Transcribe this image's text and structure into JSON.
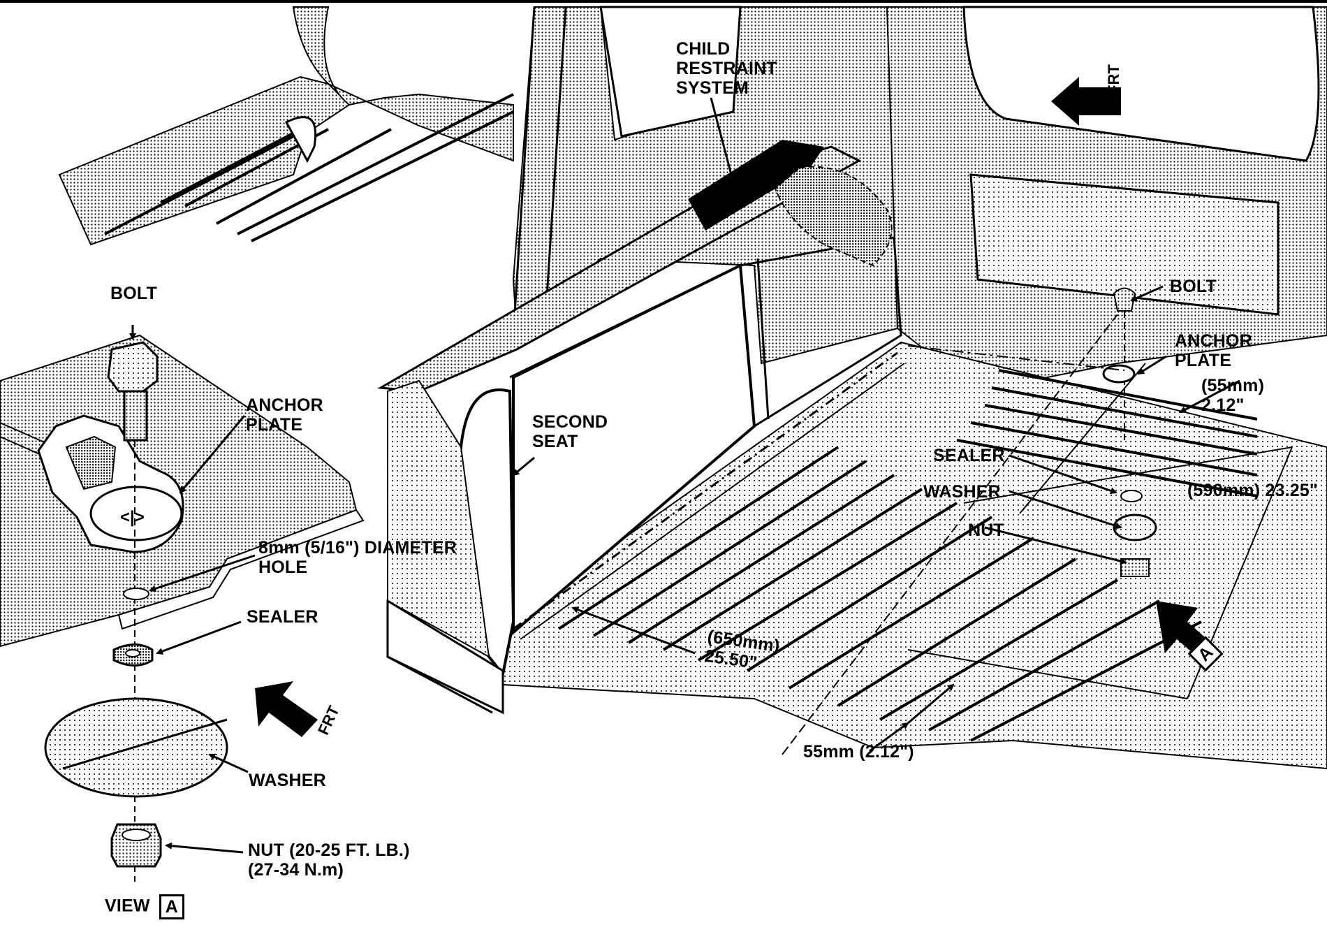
{
  "labels": {
    "child_restraint": [
      "CHILD",
      "RESTRAINT",
      "SYSTEM"
    ],
    "frt": "FRT",
    "bolt": "BOLT",
    "anchor_plate": [
      "ANCHOR",
      "PLATE"
    ],
    "dim_55_top": [
      "(55mm)",
      "2.12\""
    ],
    "second_seat": [
      "SECOND",
      "SEAT"
    ],
    "sealer": "SEALER",
    "washer": "WASHER",
    "nut": "NUT",
    "dim_590": "(590mm) 23.25\"",
    "dim_650": [
      "(650mm)",
      "25.50\""
    ],
    "dim_55_bottom": "55mm (2.12\")",
    "hole": [
      "8mm (5/16\") DIAMETER",
      "HOLE"
    ],
    "nut_torque": [
      "NUT (20-25 FT. LB.)",
      "(27-34 N.m)"
    ],
    "view": "VIEW",
    "view_letter": "A"
  },
  "colors": {
    "ink": "#000000",
    "paper": "#ffffff"
  }
}
